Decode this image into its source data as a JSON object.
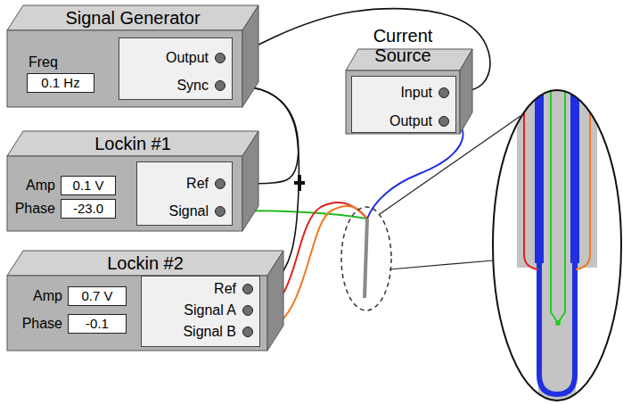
{
  "diagram": {
    "nodes": [
      {
        "text": [
          "Signal Generator",
          "Freq"
        ]
      },
      {
        "text": [
          "0.1 Hz"
        ],
        "in": 0
      },
      {
        "text": [
          "Output",
          "Sync"
        ],
        "in": 0
      },
      {
        "text": [
          "Current Source"
        ]
      },
      {
        "text": [
          "Input",
          "Output"
        ],
        "in": 3
      },
      {
        "text": [
          "Lockin #1",
          "Amp",
          "Phase"
        ]
      },
      {
        "text": [
          "0.1 V"
        ],
        "in": 5
      },
      {
        "text": [
          "-23.0"
        ],
        "in": 5
      },
      {
        "text": [
          "Ref",
          "Signal"
        ],
        "in": 5
      },
      {
        "text": [
          "Lockin #2",
          "Amp",
          "Phase"
        ]
      },
      {
        "text": [
          "0.7 V"
        ],
        "in": 9
      },
      {
        "text": [
          "-0.1"
        ],
        "in": 9
      },
      {
        "text": [
          "Ref",
          "Signal A",
          "Signal B"
        ],
        "in": 9
      }
    ],
    "edges": [
      {
        "from": 2,
        "to": 4,
        "arrow": "none"
      },
      {
        "from": 2,
        "to": 8,
        "arrow": "none"
      },
      {
        "from": 2,
        "to": 12,
        "arrow": "none"
      }
    ]
  }
}
